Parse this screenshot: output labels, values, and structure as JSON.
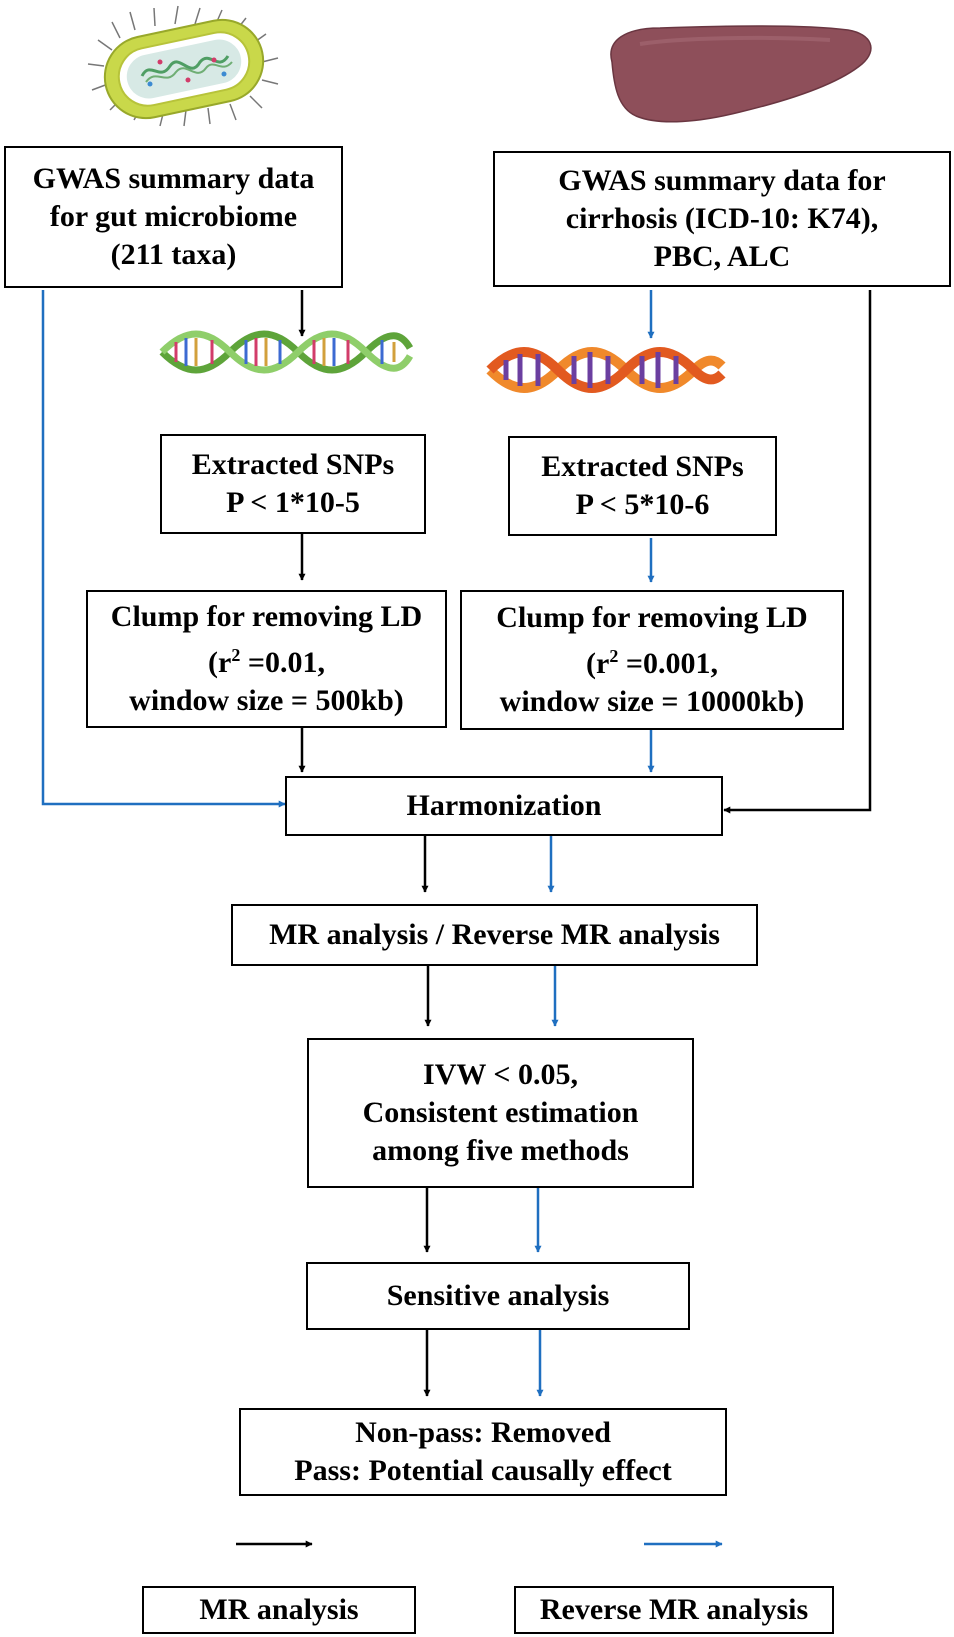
{
  "colors": {
    "mr_arrow": "#000000",
    "reverse_arrow": "#1f6fc0",
    "liver": "#8e4f5a",
    "bacterium_outer": "#c9d84a",
    "dna_green": "#6fb34a",
    "dna_orange": "#f0892b"
  },
  "icons": {
    "bacterium": "bacterium-icon",
    "liver": "liver-icon",
    "dna_gut": "dna-helix-green-icon",
    "dna_liver": "dna-helix-orange-icon"
  },
  "nodes": {
    "gwas_gut": [
      "GWAS summary data",
      "for gut microbiome",
      "(211  taxa)"
    ],
    "gwas_liver": [
      "GWAS summary data for",
      "cirrhosis (ICD-10: K74),",
      "PBC, ALC"
    ],
    "snp_gut": [
      "Extracted SNPs",
      "P < 1*10-5"
    ],
    "snp_liver": [
      "Extracted SNPs",
      "P < 5*10-6"
    ],
    "clump_gut": {
      "line1": "Clump for removing LD",
      "r_prefix": "(r",
      "r_sup": "2",
      "r_suffix": " =0.01,",
      "line3": "window size = 500kb)"
    },
    "clump_liver": {
      "line1": "Clump for removing LD",
      "r_prefix": "(r",
      "r_sup": "2",
      "r_suffix": " =0.001,",
      "line3": "window size = 10000kb)"
    },
    "harmonization": "Harmonization",
    "mr_analysis": "MR analysis / Reverse MR analysis",
    "ivw": [
      "IVW < 0.05,",
      "Consistent estimation",
      "among five methods"
    ],
    "sensitive": "Sensitive analysis",
    "result": [
      "Non-pass: Removed",
      "Pass: Potential causally effect"
    ]
  },
  "legend": {
    "mr_label": "MR analysis",
    "reverse_label": "Reverse MR analysis"
  }
}
